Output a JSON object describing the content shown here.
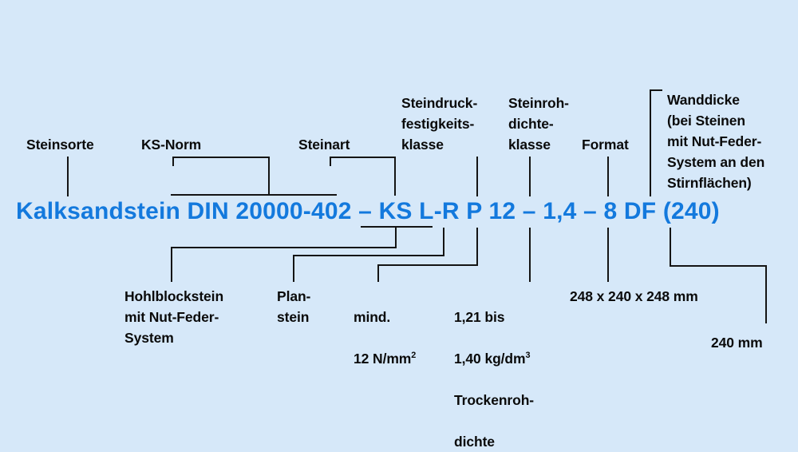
{
  "diagram": {
    "title_line": "Kalksandstein DIN 20000-402 – KS L-R P 12 – 1,4 – 8 DF (240)",
    "background_color": "#d6e8f9",
    "text_color": "#0a0a0a",
    "accent_color": "#1379dd",
    "line_color": "#141414"
  },
  "top_labels": [
    {
      "id": "steinsorte",
      "text": "Steinsorte"
    },
    {
      "id": "ks-norm",
      "text": "KS-Norm"
    },
    {
      "id": "steinart",
      "text": "Steinart"
    },
    {
      "id": "druckklasse",
      "text": "Steindruck-\nfestigkeits-\nklasse"
    },
    {
      "id": "rohdichte",
      "text": "Steinroh-\ndichte-\nklasse"
    },
    {
      "id": "format",
      "text": "Format"
    },
    {
      "id": "wanddicke",
      "text": "Wanddicke\n(bei Steinen\nmit Nut-Feder-\nSystem an den\nStirnflächen)"
    }
  ],
  "bottom_labels": [
    {
      "id": "hohlblockstein",
      "text": "Hohlblockstein\nmit Nut-Feder-\nSystem"
    },
    {
      "id": "planstein",
      "text": "Plan-\nstein"
    },
    {
      "id": "festigkeit",
      "line1": "mind.",
      "value": "12",
      "unit": "N/mm",
      "exponent": "2"
    },
    {
      "id": "trockenrohdichte",
      "line1": "1,21 bis",
      "value": "1,40",
      "unit": "kg/dm",
      "exponent": "3",
      "line3": "Trockenroh-",
      "line4": "dichte"
    },
    {
      "id": "abmessungen",
      "text": "248 x 240 x 248 mm"
    },
    {
      "id": "wanddickewert",
      "text": "240 mm"
    }
  ],
  "designation_parts": {
    "steinsorte": "Kalksandstein",
    "norm": "DIN 20000-402",
    "sep1": "–",
    "steinart": "KS L-R",
    "festigkeit": "P 12",
    "sep2": "–",
    "rohdichte": "1,4",
    "sep3": "–",
    "format": "8 DF",
    "wanddicke": "(240)"
  }
}
